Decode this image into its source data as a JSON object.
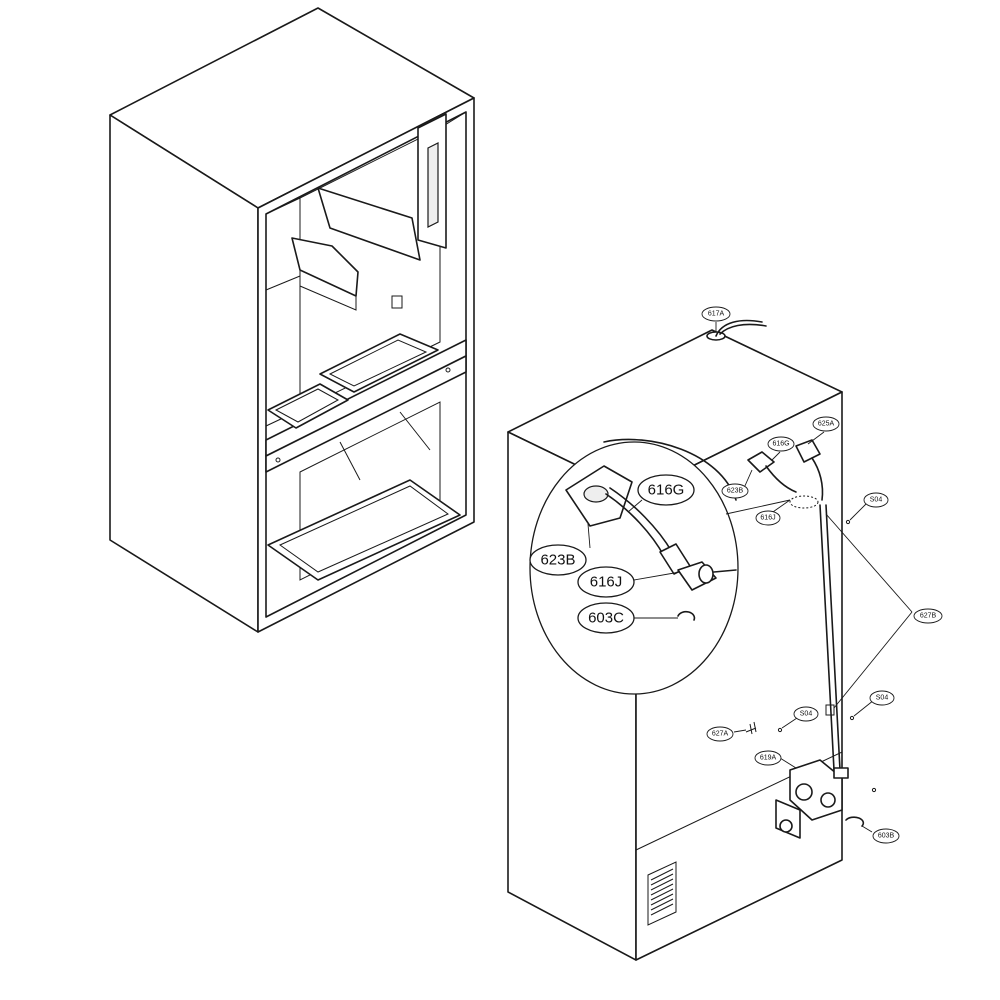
{
  "diagram": {
    "callouts_small": [
      {
        "id": "617a",
        "text": "617A"
      },
      {
        "id": "616g",
        "text": "616G"
      },
      {
        "id": "625a",
        "text": "625A"
      },
      {
        "id": "623b",
        "text": "623B"
      },
      {
        "id": "616j",
        "text": "616J"
      },
      {
        "id": "s04-top",
        "text": "S04"
      },
      {
        "id": "627b",
        "text": "627B"
      },
      {
        "id": "s04-mid",
        "text": "S04"
      },
      {
        "id": "s04-left",
        "text": "S04"
      },
      {
        "id": "627a",
        "text": "627A"
      },
      {
        "id": "619a",
        "text": "619A"
      },
      {
        "id": "603b",
        "text": "603B"
      }
    ],
    "callouts_detail": [
      {
        "id": "616g",
        "text": "616G"
      },
      {
        "id": "623b",
        "text": "623B"
      },
      {
        "id": "616j",
        "text": "616J"
      },
      {
        "id": "603c",
        "text": "603C"
      }
    ]
  }
}
